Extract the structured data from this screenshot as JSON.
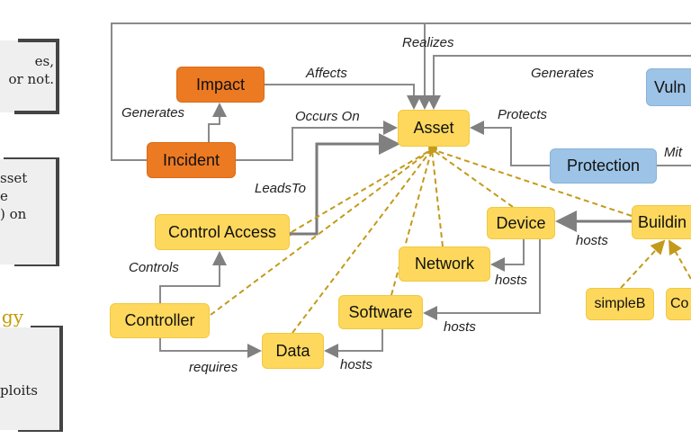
{
  "side_panels": [
    {
      "lines": [
        "es,",
        "or not."
      ]
    },
    {
      "lines": [
        "sset",
        "e",
        ") on"
      ]
    },
    {
      "heading": "gy",
      "lines": [
        "ploits"
      ]
    }
  ],
  "nodes": {
    "impact": "Impact",
    "incident": "Incident",
    "asset": "Asset",
    "vulnerability": "Vuln",
    "protection": "Protection",
    "control_access": "Control Access",
    "device": "Device",
    "building": "Buildin",
    "network": "Network",
    "software": "Software",
    "controller": "Controller",
    "data": "Data",
    "simpleb": "simpleB",
    "co": "Co"
  },
  "edges": {
    "realizes": "Realizes",
    "affects": "Affects",
    "generates_top": "Generates",
    "generates_left": "Generates",
    "occurs_on": "Occurs On",
    "protects": "Protects",
    "mitigates": "Mit",
    "leads_to": "LeadsTo",
    "hosts_building": "hosts",
    "controls": "Controls",
    "hosts_network": "hosts",
    "hosts_software": "hosts",
    "requires": "requires",
    "hosts_data": "hosts"
  },
  "colors": {
    "orange": "#ec7a23",
    "yellow": "#fdd85d",
    "blue": "#9dc3e6",
    "dashed": "#c49a1a",
    "arrow": "#808080",
    "heading": "#c49a00"
  }
}
